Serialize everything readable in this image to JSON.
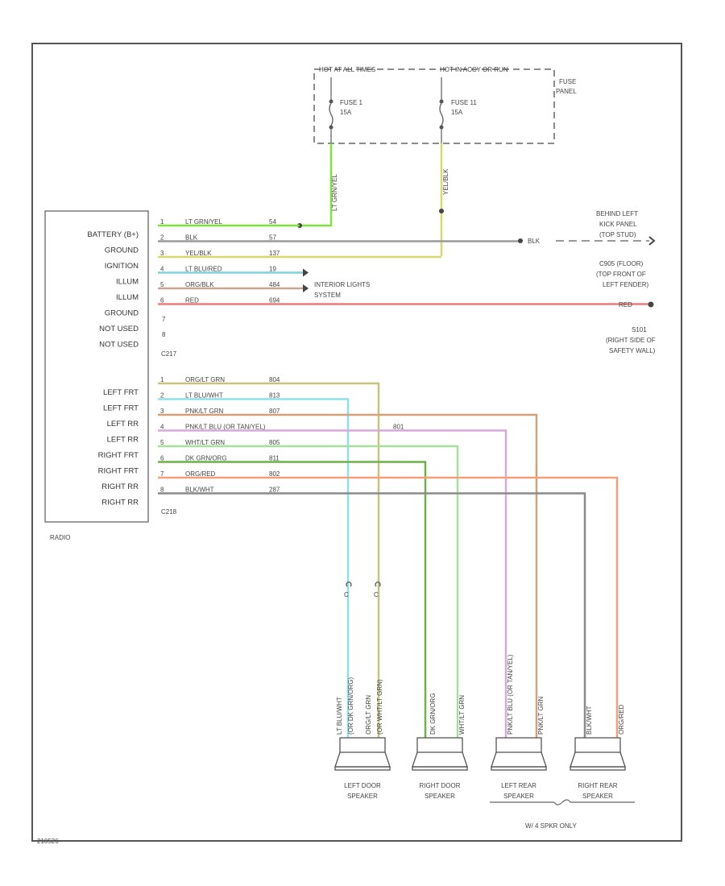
{
  "fuse_panel": {
    "hot_at_all_times": "HOT AT ALL TIMES",
    "hot_in_accy_or_run": "HOT IN ACCY OR RUN",
    "label_line1": "FUSE",
    "label_line2": "PANEL",
    "fuse1_name": "FUSE 1",
    "fuse1_rating": "15A",
    "fuse11_name": "FUSE 11",
    "fuse11_rating": "15A"
  },
  "vertical_wires": {
    "lt_grn_yel": "LT GRN/YEL",
    "yel_blk": "YEL/BLK"
  },
  "radio": {
    "label": "RADIO",
    "connector_top": "C217",
    "connector_bottom": "C218",
    "pins_top": [
      "BATTERY (B+)",
      "GROUND",
      "IGNITION",
      "ILLUM",
      "ILLUM",
      "GROUND",
      "NOT USED",
      "NOT USED"
    ],
    "pins_bottom": [
      "LEFT FRT",
      "LEFT FRT",
      "LEFT RR",
      "LEFT RR",
      "RIGHT FRT",
      "RIGHT FRT",
      "RIGHT RR",
      "RIGHT RR"
    ]
  },
  "top_wires": [
    {
      "pin": "1",
      "name": "LT GRN/YEL",
      "circuit": "54",
      "color": "#7fe13a"
    },
    {
      "pin": "2",
      "name": "BLK",
      "circuit": "57",
      "color": "#9a9a9a"
    },
    {
      "pin": "3",
      "name": "YEL/BLK",
      "circuit": "137",
      "color": "#d8d86c"
    },
    {
      "pin": "4",
      "name": "LT BLU/RED",
      "circuit": "19",
      "color": "#7ed4d8"
    },
    {
      "pin": "5",
      "name": "ORG/BLK",
      "circuit": "484",
      "color": "#c9a493"
    },
    {
      "pin": "6",
      "name": "RED",
      "circuit": "694",
      "color": "#f07a7a"
    }
  ],
  "unused_pins": [
    "7",
    "8"
  ],
  "bottom_wires": [
    {
      "pin": "1",
      "name": "ORG/LT GRN",
      "circuit": "804",
      "color": "#c9c27a",
      "dark": "#9b9a3a"
    },
    {
      "pin": "2",
      "name": "LT BLU/WHT",
      "circuit": "813",
      "color": "#8fe0ea",
      "dark": "#62c8d4"
    },
    {
      "pin": "3",
      "name": "PNK/LT GRN",
      "circuit": "807",
      "color": "#d4a07a",
      "dark": "#c27a56"
    },
    {
      "pin": "4",
      "name": "PNK/LT BLU (OR TAN/YEL)",
      "circuit": "801",
      "color": "#d8a8d8",
      "dark": "#c48ac4"
    },
    {
      "pin": "5",
      "name": "WHT/LT GRN",
      "circuit": "805",
      "color": "#a4e09a",
      "dark": "#7fd07a"
    },
    {
      "pin": "6",
      "name": "DK GRN/ORG",
      "circuit": "811",
      "color": "#6fb04a",
      "dark": "#5a9a3a"
    },
    {
      "pin": "7",
      "name": "ORG/RED",
      "circuit": "802",
      "color": "#f3a07a",
      "dark": "#f08050"
    },
    {
      "pin": "8",
      "name": "BLK/WHT",
      "circuit": "287",
      "color": "#8a8a8a",
      "dark": "#777777"
    }
  ],
  "side_labels": {
    "blk": "BLK",
    "behind_left_1": "BEHIND LEFT",
    "behind_left_2": "KICK PANEL",
    "behind_left_3": "(TOP STUD)",
    "red": "RED",
    "c905_1": "C905 (FLOOR)",
    "c905_2": "(TOP FRONT OF",
    "c905_3": "LEFT FENDER)",
    "s_1": "S101",
    "s_2": "(RIGHT SIDE OF",
    "s_3": "SAFETY WALL)",
    "interior_1": "INTERIOR LIGHTS",
    "interior_2": "SYSTEM",
    "ca1": "C",
    "ca2": "C"
  },
  "speaker_wires": {
    "left_door_a": "LT BLU/WHT",
    "left_door_a2": "(OR DK GRN/ORG)",
    "left_door_b": "ORG/LT GRN",
    "left_door_b2": "(OR WHT/LT GRN)",
    "right_door_a": "DK GRN/ORG",
    "right_door_b": "WHT/LT GRN",
    "left_rear_a": "PNK/LT BLU (OR TAN/YEL)",
    "left_rear_b": "PNK/LT GRN",
    "right_rear_a": "BLK/WHT",
    "right_rear_b": "ORG/RED"
  },
  "speakers": [
    {
      "line1": "LEFT DOOR",
      "line2": "SPEAKER"
    },
    {
      "line1": "RIGHT DOOR",
      "line2": "SPEAKER"
    },
    {
      "line1": "LEFT REAR",
      "line2": "SPEAKER"
    },
    {
      "line1": "RIGHT REAR",
      "line2": "SPEAKER"
    }
  ],
  "footnote": "W/ 4 SPKR ONLY",
  "figure_id": "210526"
}
